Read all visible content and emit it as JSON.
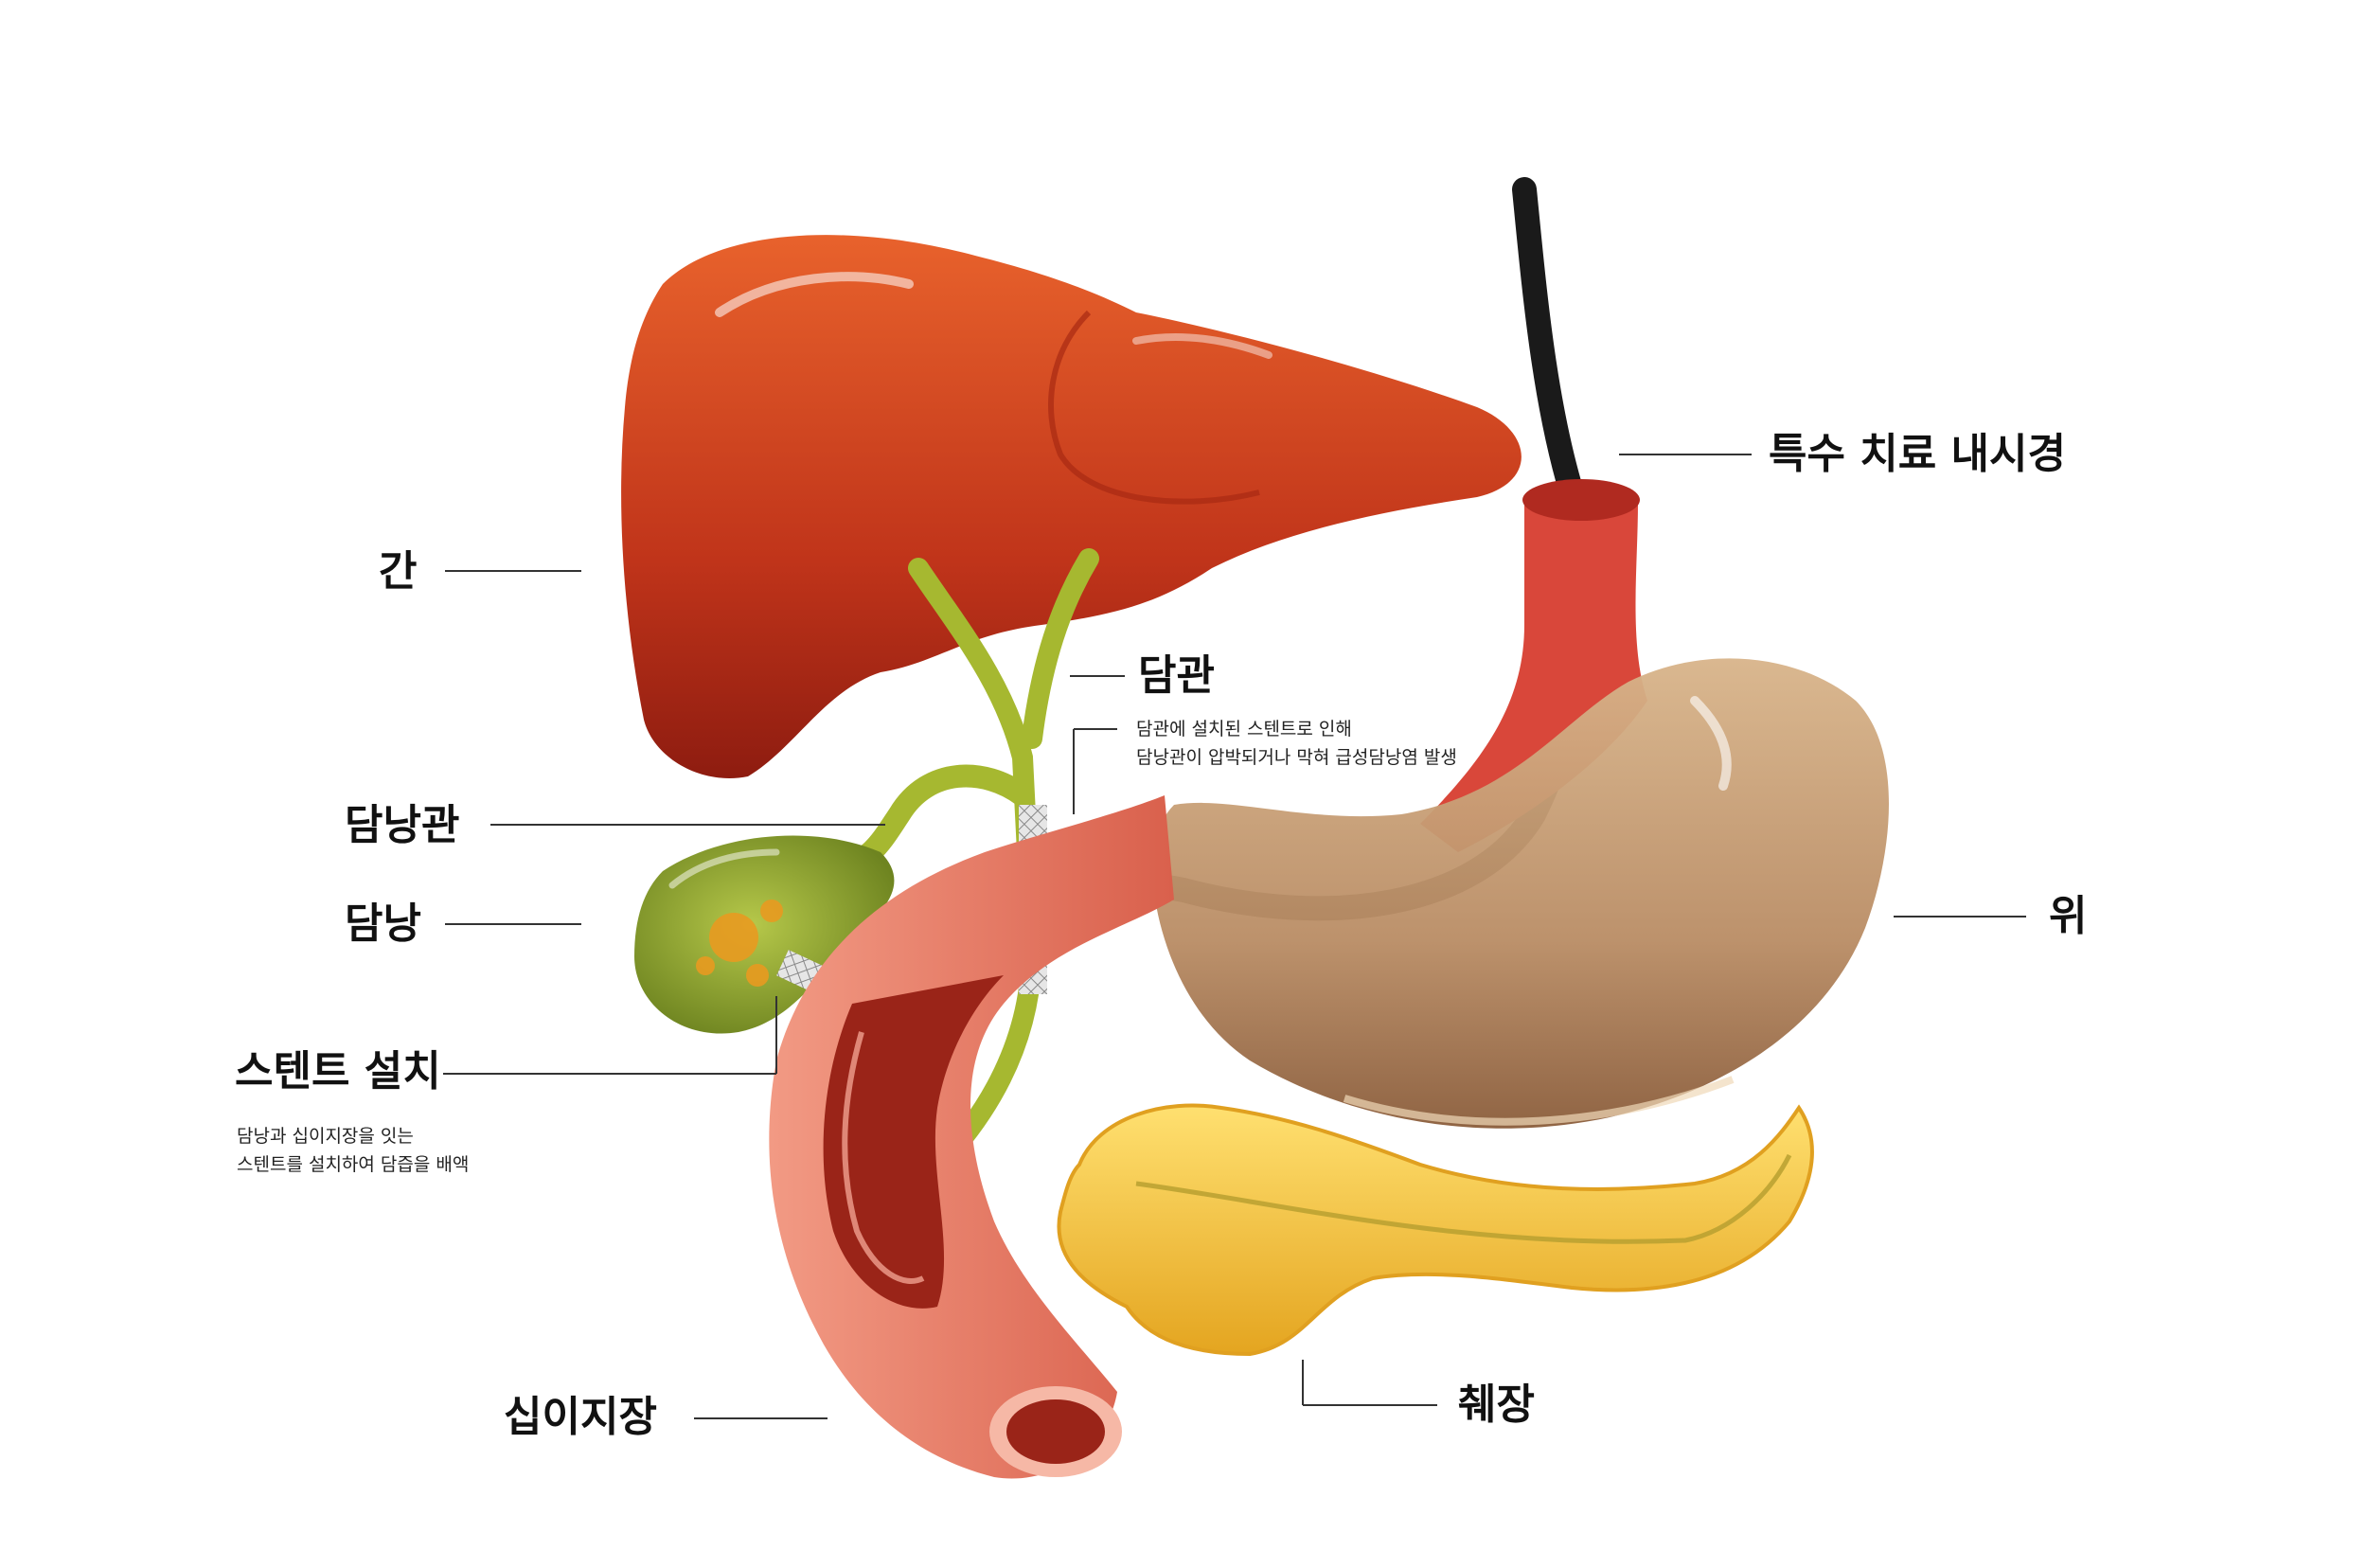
{
  "labels": {
    "liver": "간",
    "bile_duct": "담관",
    "cystic_duct": "담낭관",
    "gallbladder": "담낭",
    "stent": "스텐트 설치",
    "duodenum": "십이지장",
    "pancreas": "췌장",
    "stomach": "위",
    "endoscope": "특수 치료 내시경"
  },
  "notes": {
    "bile_duct": [
      "담관에 설치된 스텐트로 인해",
      "담낭관이 압박되거나 막혀 급성담낭염 발생"
    ],
    "stent": [
      "담낭과 십이지장을 잇는",
      "스텐트를 설치하여 담즙을 배액"
    ]
  },
  "colors": {
    "liver": "#c0341a",
    "gallbladder": "#8fa82a",
    "duodenum": "#e8735e",
    "stomach": "#b98c64",
    "pancreas": "#f2c23a",
    "endoscope": "#1a1a1a"
  }
}
